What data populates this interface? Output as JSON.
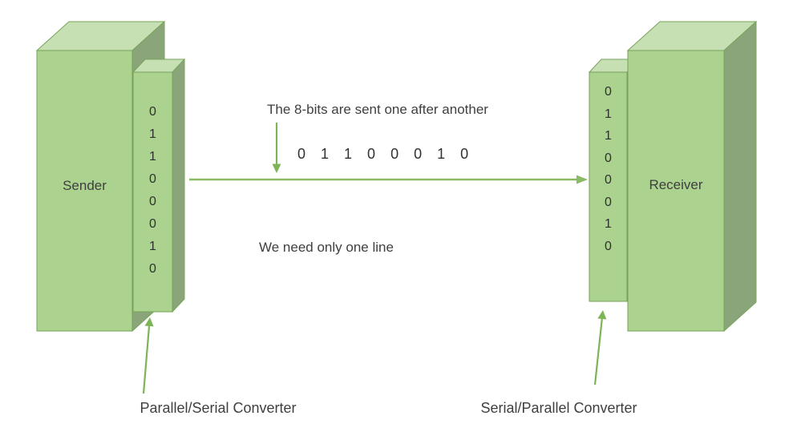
{
  "sender": {
    "label": "Sender",
    "bits": [
      "0",
      "1",
      "1",
      "0",
      "0",
      "0",
      "1",
      "0"
    ],
    "converter_label": "Parallel/Serial Converter"
  },
  "receiver": {
    "label": "Receiver",
    "bits": [
      "0",
      "1",
      "1",
      "0",
      "0",
      "0",
      "1",
      "0"
    ],
    "converter_label": "Serial/Parallel Converter"
  },
  "transmission": {
    "caption_top": "The 8-bits are sent one after another",
    "caption_bottom": "We need only one line",
    "bits": [
      "0",
      "1",
      "1",
      "0",
      "0",
      "0",
      "1",
      "0"
    ]
  },
  "colors": {
    "box_front": "#abd28f",
    "box_top": "#c6e0b4",
    "box_side": "#8ba57a",
    "outline": "#76a35a",
    "arrow": "#7cb456",
    "line": "#8aba65",
    "text": "#3f3f3f"
  }
}
